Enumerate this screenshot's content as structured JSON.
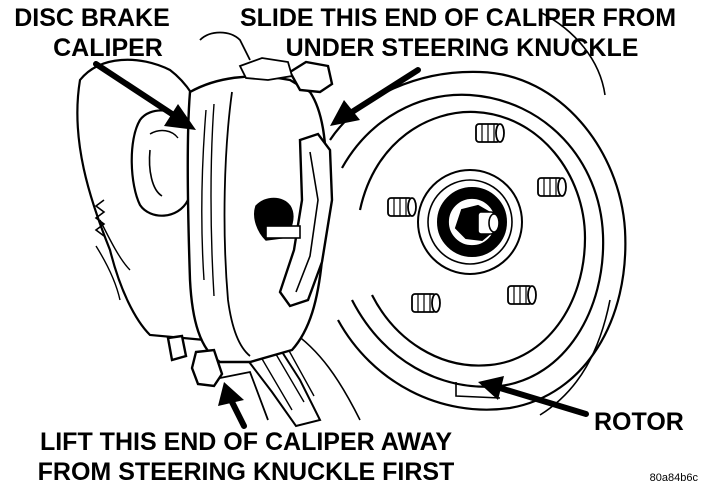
{
  "labels": {
    "caliper_line1": "DISC BRAKE",
    "caliper_line2": "CALIPER",
    "slide_line1": "SLIDE THIS END OF CALIPER FROM",
    "slide_line2": "UNDER STEERING KNUCKLE",
    "rotor": "ROTOR",
    "lift_line1": "LIFT THIS END OF CALIPER AWAY",
    "lift_line2": "FROM STEERING KNUCKLE FIRST",
    "figure_code": "80a84b6c"
  },
  "colors": {
    "ink": "#000000",
    "paper": "#ffffff"
  }
}
